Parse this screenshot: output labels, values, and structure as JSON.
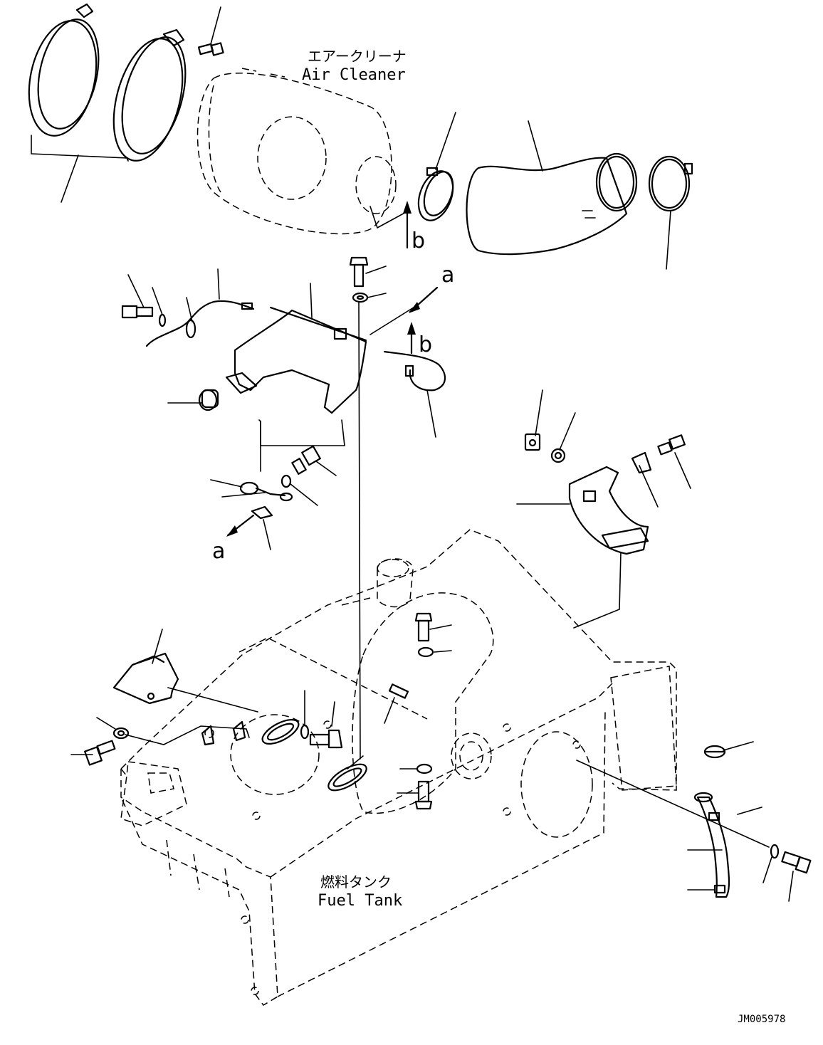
{
  "labels": {
    "air_cleaner_jp": "エアークリーナ",
    "air_cleaner_en": "Air Cleaner",
    "fuel_tank_jp": "燃料タンク",
    "fuel_tank_en": "Fuel Tank",
    "drawing_code": "JM005978"
  },
  "markers": {
    "a_top": "a",
    "a_bottom": "a",
    "b_top": "b",
    "b_middle": "b"
  }
}
